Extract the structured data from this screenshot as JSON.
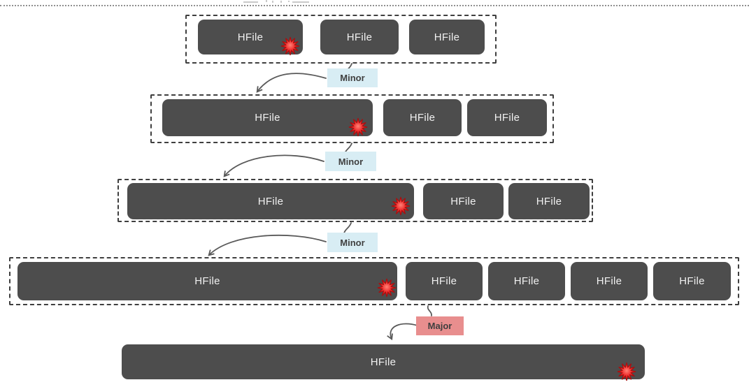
{
  "diagram": {
    "subject": "hfile-compaction-flow",
    "file_label": "HFile"
  },
  "colors": {
    "file-box": "#4d4d4d",
    "file-text": "#f1f1f1",
    "group-border": "#3f3f3f",
    "minor-bg": "#d8edf4",
    "major-bg": "#e88e8e",
    "label-text": "#3f3f3f",
    "arrow": "#595959",
    "burst-red": "#e02121"
  },
  "levels": [
    {
      "files": [
        {
          "label": "HFile",
          "burst": true
        },
        {
          "label": "HFile",
          "burst": false
        },
        {
          "label": "HFile",
          "burst": false
        }
      ]
    },
    {
      "files": [
        {
          "label": "HFile",
          "burst": true
        },
        {
          "label": "HFile",
          "burst": false
        },
        {
          "label": "HFile",
          "burst": false
        }
      ]
    },
    {
      "files": [
        {
          "label": "HFile",
          "burst": true
        },
        {
          "label": "HFile",
          "burst": false
        },
        {
          "label": "HFile",
          "burst": false
        }
      ]
    },
    {
      "files": [
        {
          "label": "HFile",
          "burst": true
        },
        {
          "label": "HFile",
          "burst": false
        },
        {
          "label": "HFile",
          "burst": false
        },
        {
          "label": "HFile",
          "burst": false
        },
        {
          "label": "HFile",
          "burst": false
        }
      ]
    },
    {
      "files": [
        {
          "label": "HFile",
          "burst": true
        }
      ]
    }
  ],
  "connectors": [
    {
      "type": "minor",
      "label": "Minor"
    },
    {
      "type": "minor",
      "label": "Minor"
    },
    {
      "type": "minor",
      "label": "Minor"
    },
    {
      "type": "major",
      "label": "Major"
    }
  ]
}
